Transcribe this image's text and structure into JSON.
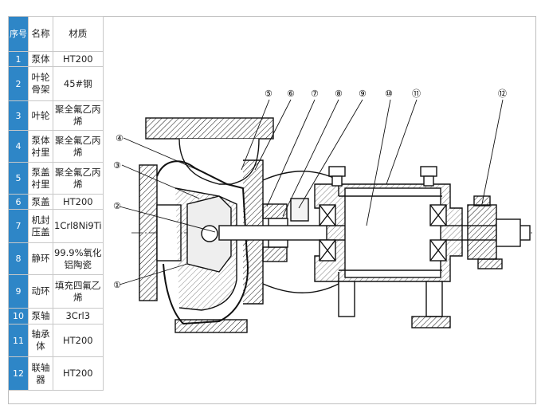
{
  "table": {
    "headers": [
      "序号",
      "名称",
      "材质"
    ],
    "rows": [
      {
        "no": "1",
        "name": "泵体",
        "material": "HT200"
      },
      {
        "no": "2",
        "name": "叶轮骨架",
        "material": "45#钢"
      },
      {
        "no": "3",
        "name": "叶轮",
        "material": "聚全氟乙丙烯"
      },
      {
        "no": "4",
        "name": "泵体衬里",
        "material": "聚全氟乙丙烯"
      },
      {
        "no": "5",
        "name": "泵盖衬里",
        "material": "聚全氟乙丙烯"
      },
      {
        "no": "6",
        "name": "泵盖",
        "material": "HT200"
      },
      {
        "no": "7",
        "name": "机封压盖",
        "material": "1Crl8Ni9Ti"
      },
      {
        "no": "8",
        "name": "静环",
        "material": "99.9%氧化铝陶瓷"
      },
      {
        "no": "9",
        "name": "动环",
        "material": "填充四氟乙烯"
      },
      {
        "no": "10",
        "name": "泵轴",
        "material": "3Crl3"
      },
      {
        "no": "11",
        "name": "轴承体",
        "material": "HT200"
      },
      {
        "no": "12",
        "name": "联轴器",
        "material": "HT200"
      }
    ]
  },
  "callouts": [
    "①",
    "②",
    "③",
    "④",
    "⑤",
    "⑥",
    "⑦",
    "⑧",
    "⑨",
    "⑩",
    "⑪",
    "⑫"
  ]
}
